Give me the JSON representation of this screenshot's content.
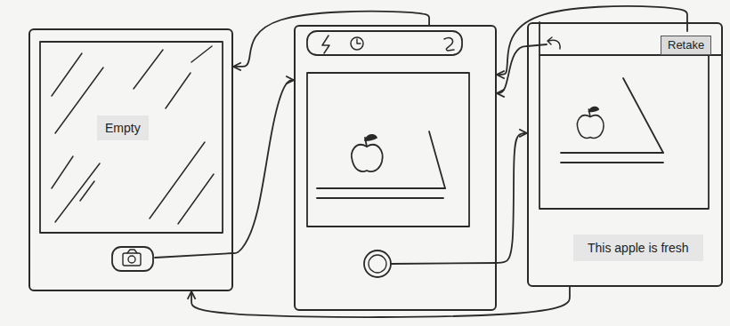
{
  "diagram": {
    "nodes": [
      {
        "text": [
          "Empty"
        ]
      },
      {
        "text": []
      },
      {
        "text": [
          "Retake",
          "This apple is fresh"
        ]
      }
    ],
    "edges": [
      {
        "from": 0,
        "to": 1,
        "arrow": "to"
      },
      {
        "from": 1,
        "to": 0,
        "arrow": "to"
      },
      {
        "from": 1,
        "to": 2,
        "arrow": "to"
      },
      {
        "from": 2,
        "to": 1,
        "arrow": "to"
      },
      {
        "from": 2,
        "to": 1,
        "arrow": "to"
      },
      {
        "from": 2,
        "to": 0,
        "arrow": "to"
      }
    ]
  }
}
